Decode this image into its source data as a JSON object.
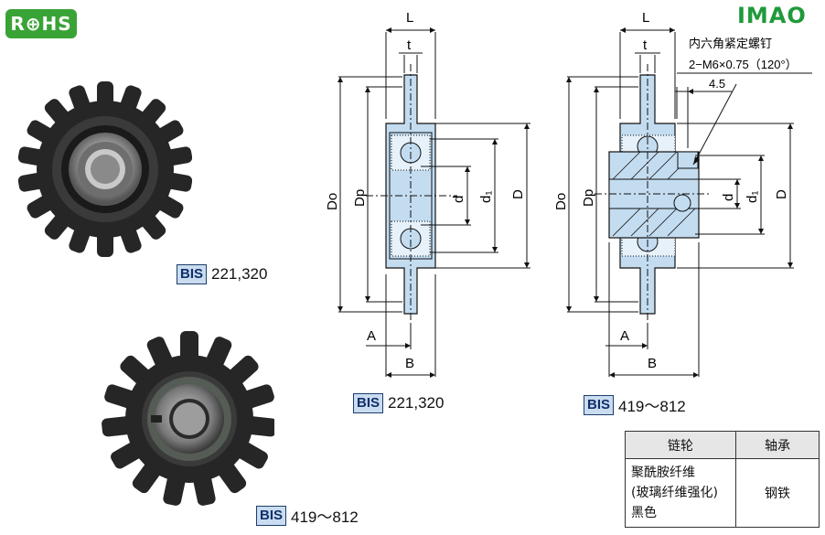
{
  "brand": {
    "rohs": "R⊕HS",
    "logo": "IMAO"
  },
  "photos": [
    {
      "model_badge": "BIS",
      "model_range": "221,320"
    },
    {
      "model_badge": "BIS",
      "model_range": "419～812"
    }
  ],
  "drawing_left": {
    "model_badge": "BIS",
    "model_range": "221,320",
    "dims": {
      "L": "L",
      "t": "t",
      "Do": "Do",
      "Dp": "Dp",
      "d": "d",
      "d1": "d₁",
      "D": "D",
      "A": "A",
      "B": "B"
    }
  },
  "drawing_right": {
    "model_badge": "BIS",
    "model_range": "419～812",
    "dims": {
      "L": "L",
      "t": "t",
      "Do": "Do",
      "Dp": "Dp",
      "d": "d",
      "d1": "d₁",
      "D": "D",
      "A": "A",
      "B": "B"
    },
    "setscrew_note": "内六角紧定螺钉",
    "setscrew_spec": "2−M6×0.75（120°）",
    "setscrew_offset": "4.5"
  },
  "materials": {
    "headers": [
      "链轮",
      "轴承"
    ],
    "sprocket_lines": [
      "聚酰胺纤维",
      "(玻璃纤维强化)",
      "黑色"
    ],
    "bearing": "钢铁"
  }
}
